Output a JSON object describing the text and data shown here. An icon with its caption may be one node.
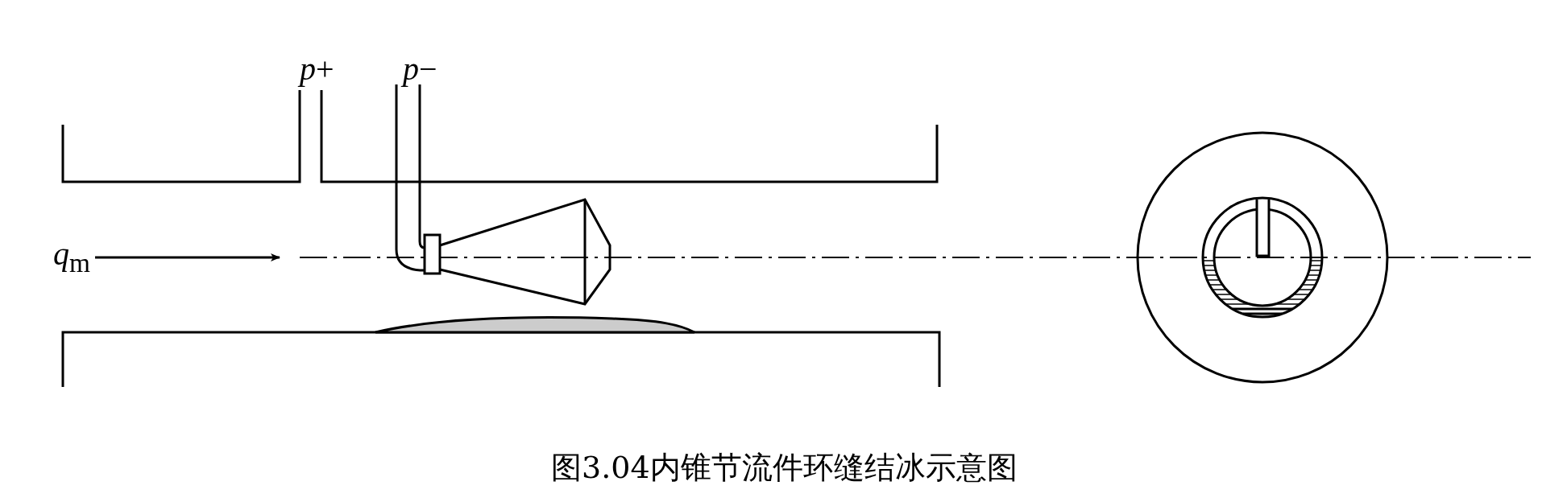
{
  "diagram": {
    "caption": "图3.04内锥节流件环缝结冰示意图",
    "labels": [
      "*p*+",
      "*p*−",
      "*q*$_{m}$"
    ]
  }
}
